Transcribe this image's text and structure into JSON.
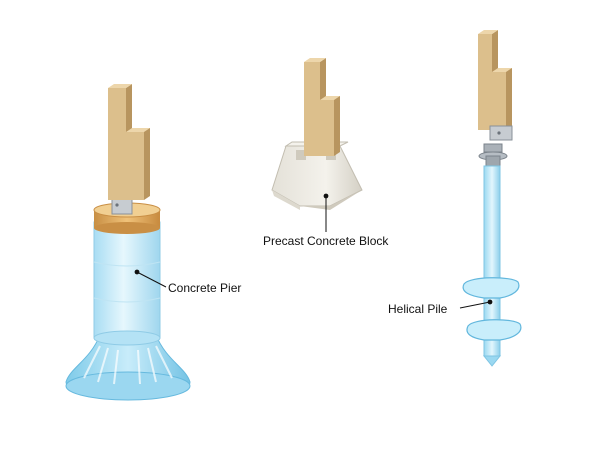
{
  "labels": {
    "concrete_pier": "Concrete Pier",
    "precast_block": "Precast Concrete Block",
    "helical_pile": "Helical Pile"
  },
  "colors": {
    "wood": "#d8b884",
    "wood_dark": "#b89464",
    "wood_light": "#e8cfa2",
    "concrete_block": "#eceae3",
    "concrete_block_shade": "#d7d3c8",
    "pier_cap": "#d9a75e",
    "glass": "#bfe8f8",
    "glass_edge": "#7ccbe8",
    "metal": "#9aa3ab",
    "leader": "#111111"
  },
  "icons": {
    "pier": "concrete-pier-illustration",
    "block": "precast-block-illustration",
    "pile": "helical-pile-illustration"
  }
}
